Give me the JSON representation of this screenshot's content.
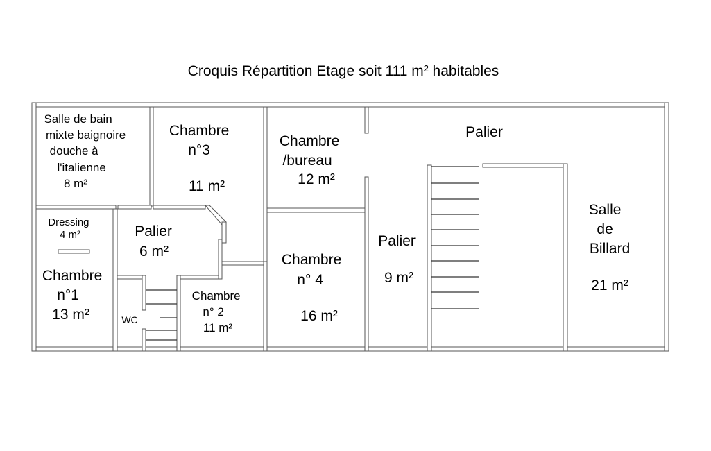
{
  "title": "Croquis Répartition Etage soit 111 m² habitables",
  "rooms": {
    "salle_de_bain": {
      "lines": [
        "Salle de bain",
        "mixte baignoire",
        "douche à",
        "l'italienne",
        "8 m²"
      ]
    },
    "chambre_3": {
      "lines": [
        "Chambre",
        "n°3",
        "11 m²"
      ]
    },
    "chambre_bureau": {
      "lines": [
        "Chambre",
        "/bureau",
        "12 m²"
      ]
    },
    "palier_haut": {
      "lines": [
        "Palier"
      ]
    },
    "dressing": {
      "lines": [
        "Dressing",
        "4 m²"
      ]
    },
    "palier_6": {
      "lines": [
        "Palier",
        "6 m²"
      ]
    },
    "chambre_1": {
      "lines": [
        "Chambre",
        "n°1",
        "13 m²"
      ]
    },
    "wc": {
      "lines": [
        "WC"
      ]
    },
    "chambre_2": {
      "lines": [
        "Chambre",
        "n° 2",
        "11 m²"
      ]
    },
    "chambre_4": {
      "lines": [
        "Chambre",
        "n° 4",
        "16 m²"
      ]
    },
    "palier_9": {
      "lines": [
        "Palier",
        "9 m²"
      ]
    },
    "salle_billard": {
      "lines": [
        "Salle",
        "de",
        "Billard",
        "21 m²"
      ]
    }
  },
  "colors": {
    "wall_stroke": "#555555",
    "text": "#000000",
    "background": "#ffffff"
  }
}
